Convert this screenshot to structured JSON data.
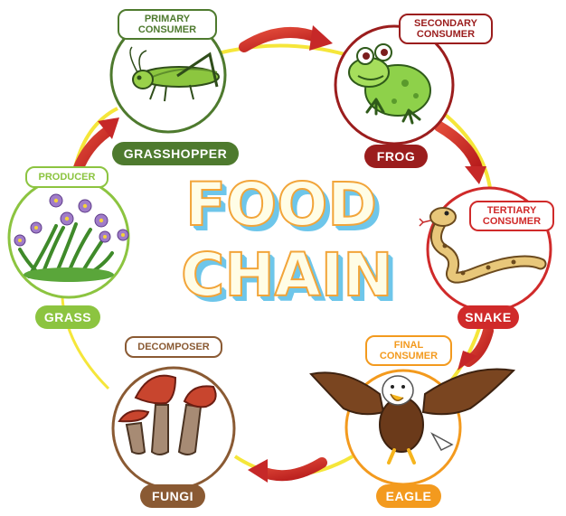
{
  "title": {
    "line1": "FOOD",
    "line2": "CHAIN"
  },
  "nodes": {
    "grasshopper": {
      "role": "PRIMARY CONSUMER",
      "name": "GRASSHOPPER",
      "color": "#4e7a2e"
    },
    "frog": {
      "role": "SECONDARY CONSUMER",
      "name": "FROG",
      "color": "#9b1d1d"
    },
    "snake": {
      "role": "TERTIARY CONSUMER",
      "name": "SNAKE",
      "color": "#d02a2a"
    },
    "eagle": {
      "role": "FINAL CONSUMER",
      "name": "EAGLE",
      "color": "#f39a1e"
    },
    "fungi": {
      "role": "DECOMPOSER",
      "name": "FUNGI",
      "color": "#8a5a33"
    },
    "grass": {
      "role": "PRODUCER",
      "name": "GRASS",
      "color": "#8cc440"
    }
  },
  "colors": {
    "ring": "#f5e63a",
    "arrow": "#d93a2b",
    "title_fill": "#fffde6",
    "title_outline": "#f2a53a",
    "title_shadow": "#6ec6ea"
  },
  "icons": {
    "grasshopper": "grasshopper-icon",
    "frog": "frog-icon",
    "snake": "snake-icon",
    "eagle": "eagle-icon",
    "fungi": "mushroom-icon",
    "grass": "flower-grass-icon"
  }
}
